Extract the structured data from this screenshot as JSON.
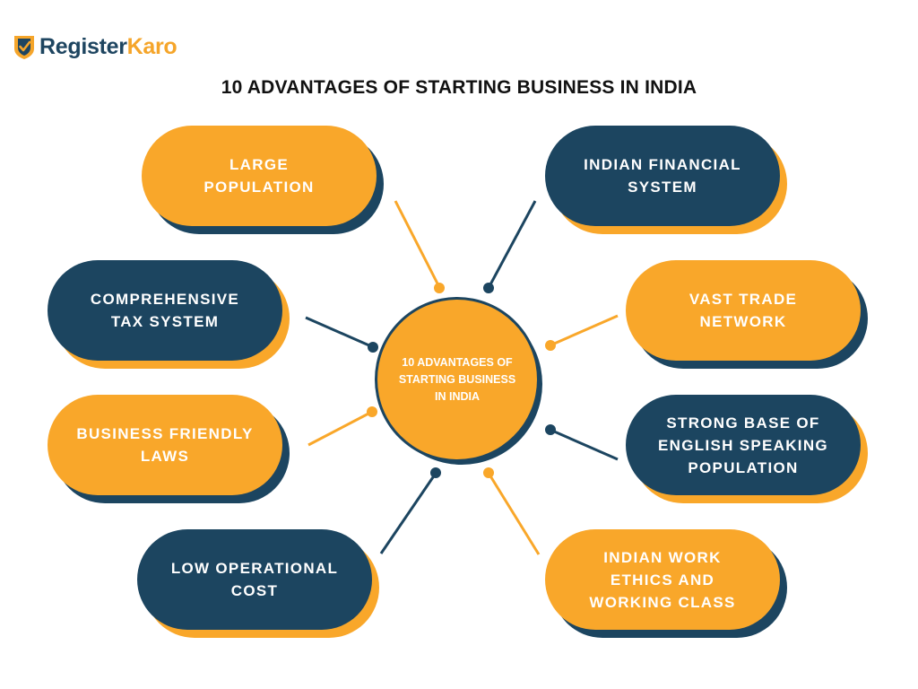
{
  "brand": {
    "name_part1": "Register",
    "name_part2": "Karo"
  },
  "title": "10 ADVANTAGES OF STARTING BUSINESS IN INDIA",
  "center_label": "10 ADVANTAGES OF\nSTARTING BUSINESS\nIN INDIA",
  "colors": {
    "orange": "#f9a72a",
    "navy": "#1c4560"
  },
  "items": [
    {
      "label": "LARGE\nPOPULATION",
      "color": "orange"
    },
    {
      "label": "INDIAN FINANCIAL\nSYSTEM",
      "color": "navy"
    },
    {
      "label": "COMPREHENSIVE\nTAX SYSTEM",
      "color": "navy"
    },
    {
      "label": "VAST TRADE\nNETWORK",
      "color": "orange"
    },
    {
      "label": "BUSINESS FRIENDLY\nLAWS",
      "color": "orange"
    },
    {
      "label": "STRONG BASE OF\nENGLISH SPEAKING\nPOPULATION",
      "color": "navy"
    },
    {
      "label": "LOW OPERATIONAL\nCOST",
      "color": "navy"
    },
    {
      "label": "INDIAN WORK\nETHICS AND\nWORKING CLASS",
      "color": "orange"
    }
  ]
}
